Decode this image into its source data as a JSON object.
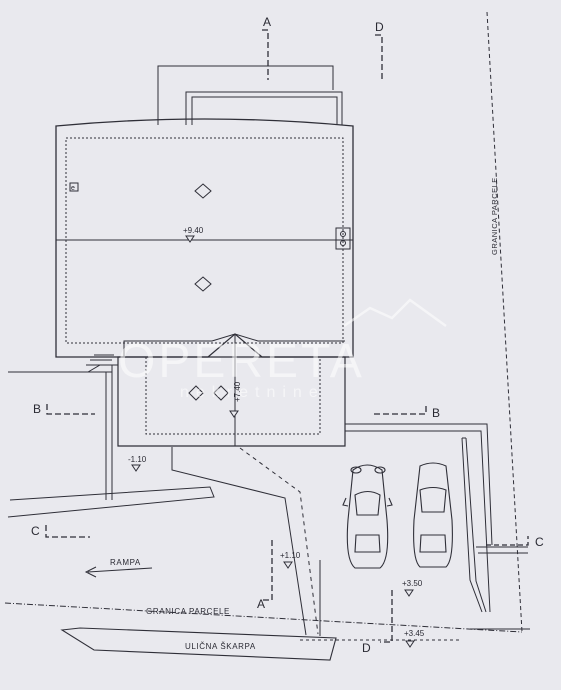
{
  "sections": {
    "a_top": "A",
    "d_top": "D",
    "b_left": "B",
    "b_right": "B",
    "c_left": "C",
    "c_right": "C",
    "a_bottom": "A",
    "d_bottom": "D"
  },
  "levels": {
    "roof_top": "+9.40",
    "roof_lower": "+7.40",
    "basement": "-1.10",
    "entry": "+1.10",
    "parking": "+3.50",
    "street": "+3.45"
  },
  "labels": {
    "plot_boundary_vertical": "GRANICA PARCELE",
    "plot_boundary_bottom": "GRANICA PARCELE",
    "ramp": "RAMPA",
    "street_slope": "ULIČNA ŠKARPA",
    "chimney_mark": "e"
  },
  "watermark": {
    "brand": "OPERETA",
    "sub": "nekretnine"
  },
  "colors": {
    "paper": "#e9e9ee",
    "ink": "#2a2a33"
  }
}
